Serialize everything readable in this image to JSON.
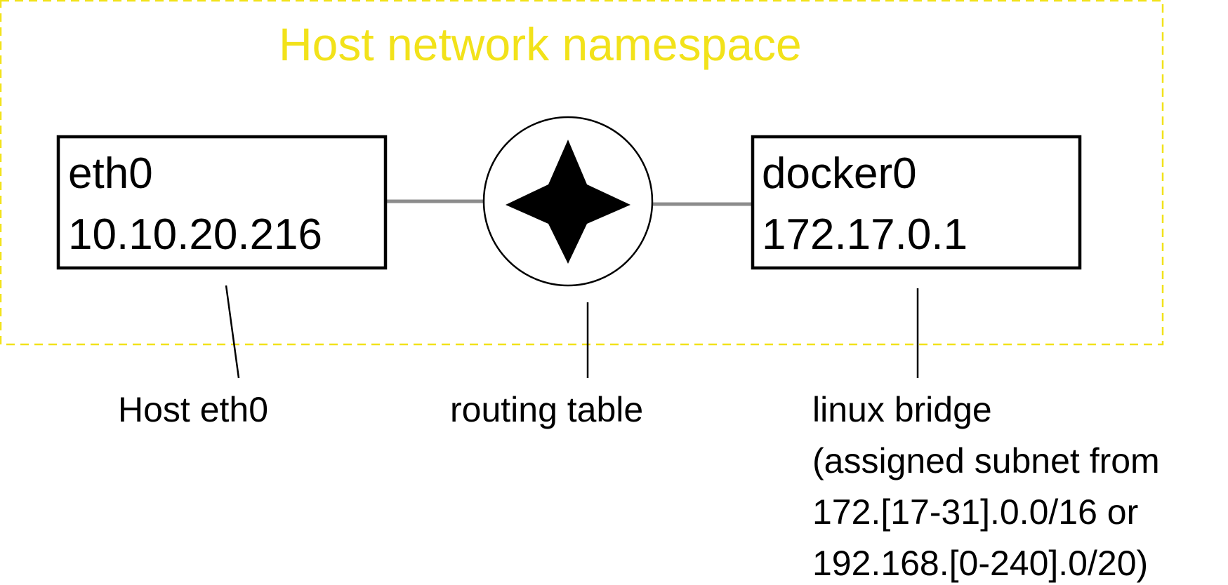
{
  "namespace": {
    "title": "Host network namespace",
    "border_color": "#f2e21a"
  },
  "eth0_box": {
    "name": "eth0",
    "ip": "10.10.20.216"
  },
  "router": {
    "icon": "four-pointed-star-icon"
  },
  "docker0_box": {
    "name": "docker0",
    "ip": "172.17.0.1"
  },
  "labels": {
    "eth0": "Host eth0",
    "router": "routing table",
    "bridge": [
      "linux bridge",
      "(assigned subnet from",
      "172.[17-31].0.0/16 or",
      "192.168.[0-240].0/20)"
    ]
  },
  "colors": {
    "link": "#8c8c8c",
    "stroke": "#000000"
  }
}
